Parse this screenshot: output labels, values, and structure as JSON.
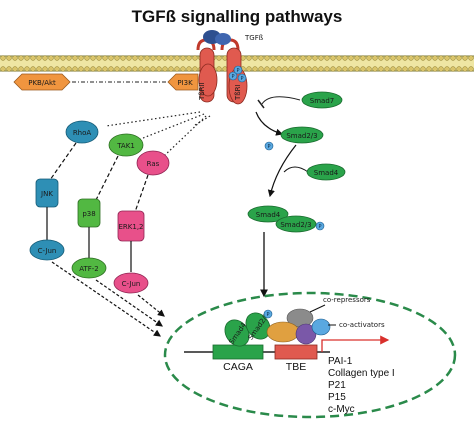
{
  "title": "TGFß signalling pathways",
  "ligand_label": "TGFß",
  "receptors": {
    "r2": "TßRII",
    "r1": "TßRI"
  },
  "phospho": "P",
  "kinases": {
    "pkb": "PKB/Akt",
    "pi3k": "PI3K"
  },
  "mapk": {
    "rhoa": "RhoA",
    "tak1": "TAK1",
    "ras": "Ras",
    "jnk": "JNK",
    "p38": "p38",
    "erk": "ERK1,2",
    "cjun1": "C-Jun",
    "atf2": "ATF-2",
    "cjun2": "C-Jun"
  },
  "smads": {
    "smad7": "Smad7",
    "smad23": "Smad2/3",
    "smad4": "Smad4",
    "complex_smad4": "Smad4",
    "complex_smad23": "Smad2/3",
    "nuc_smad4": "Smad4",
    "nuc_smad23": "Smad2/3"
  },
  "nucleus": {
    "corepressors": "co-repressors",
    "coactivators": "co-activators",
    "caga": "CAGA",
    "tbe": "TBE"
  },
  "target_genes": [
    "PAI-1",
    "Collagen type I",
    "P21",
    "P15",
    "c-Myc"
  ]
}
